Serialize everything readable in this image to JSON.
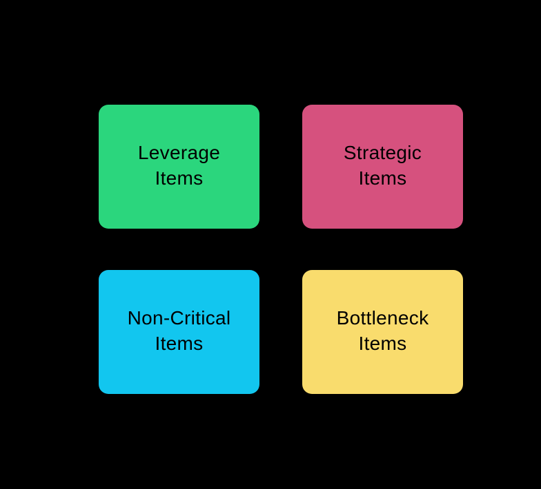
{
  "canvas": {
    "background": "#000000"
  },
  "matrix": {
    "text_color": "#000000",
    "quadrants": [
      {
        "label": "Leverage Items",
        "lines": [
          "Leverage",
          "Items"
        ],
        "color": "#2BD67D"
      },
      {
        "label": "Strategic Items",
        "lines": [
          "Strategic",
          "Items"
        ],
        "color": "#D6517E"
      },
      {
        "label": "Non-Critical Items",
        "lines": [
          "Non-Critical",
          "Items"
        ],
        "color": "#12C6EF"
      },
      {
        "label": "Bottleneck Items",
        "lines": [
          "Bottleneck",
          "Items"
        ],
        "color": "#F9DC6D"
      }
    ]
  }
}
